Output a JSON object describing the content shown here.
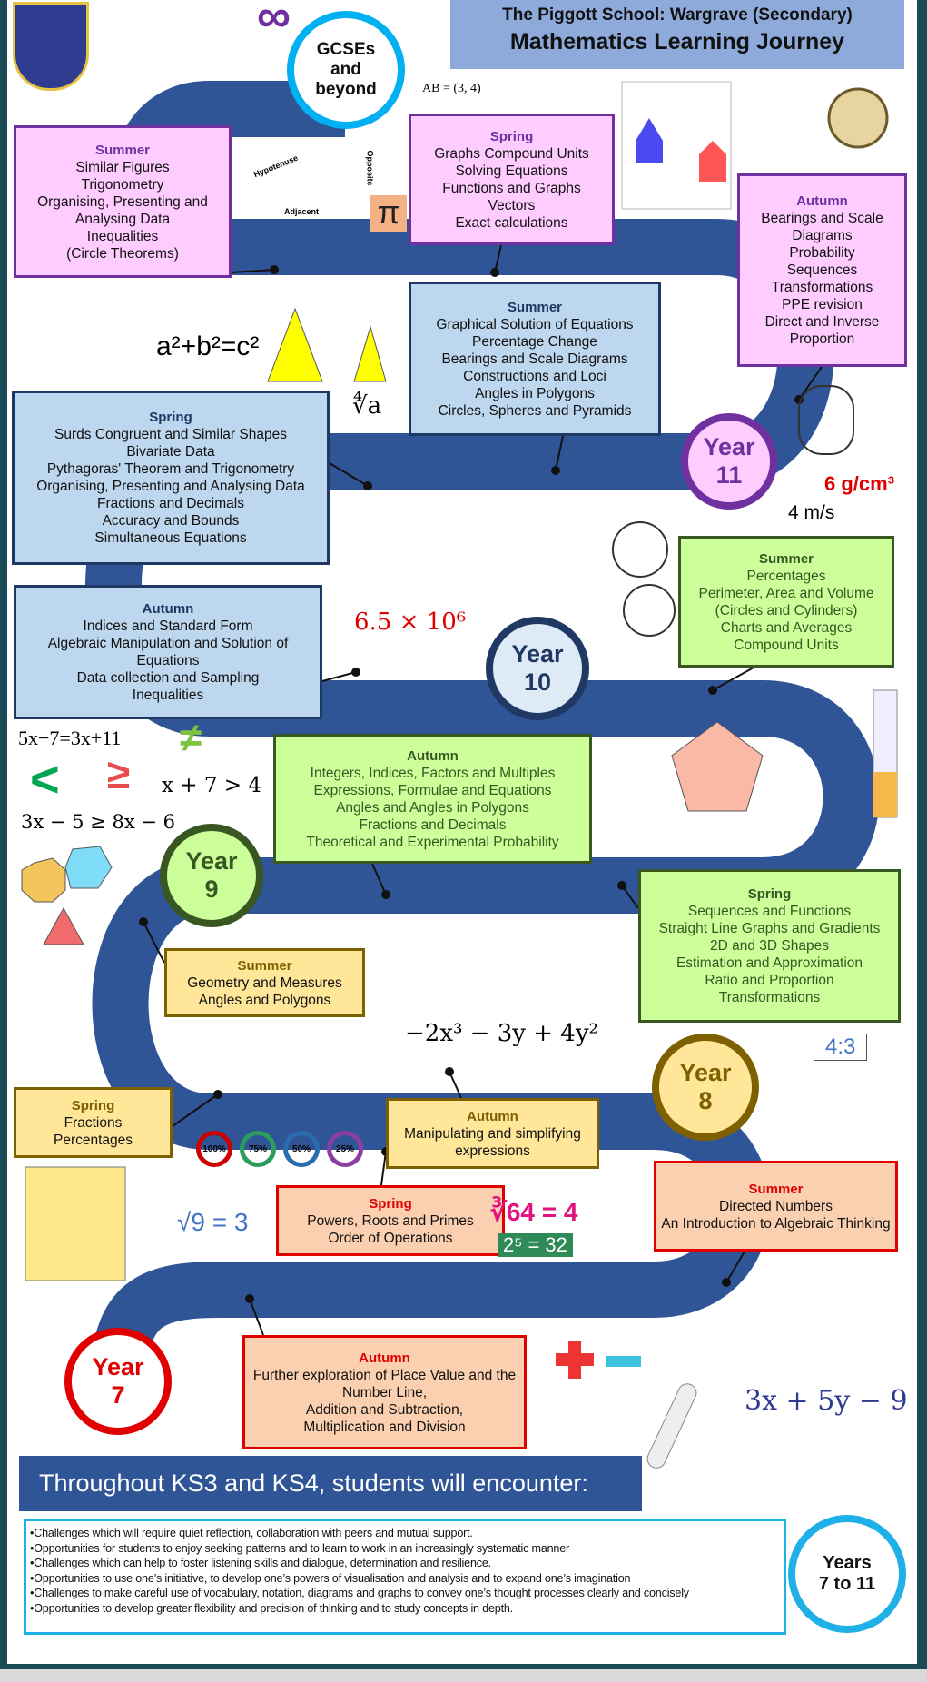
{
  "header": {
    "school": "The Piggott School: Wargrave (Secondary)",
    "title": "Mathematics Learning Journey"
  },
  "gcse": {
    "line1": "GCSEs",
    "line2": "and",
    "line3": "beyond"
  },
  "years": {
    "y11": {
      "line1": "Year",
      "line2": "11"
    },
    "y10": {
      "line1": "Year",
      "line2": "10"
    },
    "y9": {
      "line1": "Year",
      "line2": "9"
    },
    "y8": {
      "line1": "Year",
      "line2": "8"
    },
    "y7": {
      "line1": "Year",
      "line2": "7"
    }
  },
  "boxes": {
    "y11_summer": {
      "term": "Summer",
      "items": [
        "Similar Figures",
        "Trigonometry",
        "Organising, Presenting and Analysing Data",
        "Inequalities",
        "(Circle Theorems)"
      ]
    },
    "y11_spring": {
      "term": "Spring",
      "items": [
        "Graphs    Compound Units",
        "Solving Equations",
        "Functions and Graphs",
        "Vectors",
        "Exact calculations"
      ]
    },
    "y11_autumn": {
      "term": "Autumn",
      "items": [
        "Bearings and Scale Diagrams",
        "Probability",
        "Sequences",
        "Transformations",
        "PPE revision",
        "Direct and Inverse Proportion"
      ]
    },
    "y10_summer": {
      "term": "Summer",
      "items": [
        "Graphical Solution of Equations",
        "Percentage Change",
        "Bearings and Scale Diagrams",
        "Constructions and Loci",
        "Angles in Polygons",
        "Circles, Spheres and Pyramids"
      ]
    },
    "y10_spring": {
      "term": "Spring",
      "items": [
        "Surds    Congruent and Similar Shapes",
        "Bivariate Data",
        "Pythagoras' Theorem and Trigonometry",
        "Organising, Presenting and Analysing Data",
        "Fractions and Decimals",
        "Accuracy and Bounds",
        "Simultaneous Equations"
      ]
    },
    "y10_autumn": {
      "term": "Autumn",
      "items": [
        "Indices and Standard Form",
        "Algebraic Manipulation and Solution of Equations",
        "Data collection and Sampling",
        "Inequalities"
      ]
    },
    "y9_summer": {
      "term": "Summer",
      "items": [
        "Percentages",
        "Perimeter, Area and Volume",
        "(Circles and Cylinders)",
        "Charts and Averages",
        "Compound Units"
      ]
    },
    "y9_autumn": {
      "term": "Autumn",
      "items": [
        "Integers, Indices, Factors and Multiples",
        "Expressions, Formulae and Equations",
        "Angles and Angles in Polygons",
        "Fractions and Decimals",
        "Theoretical and Experimental Probability"
      ]
    },
    "y9_spring": {
      "term": "Spring",
      "items": [
        "Sequences and Functions",
        "Straight Line Graphs and Gradients",
        "2D and 3D Shapes",
        "Estimation and Approximation",
        "Ratio and Proportion",
        "Transformations"
      ]
    },
    "y8_summer": {
      "term": "Summer",
      "items": [
        "Geometry and Measures",
        "Angles and Polygons"
      ]
    },
    "y8_spring": {
      "term": "Spring",
      "items": [
        "Fractions",
        "Percentages"
      ]
    },
    "y8_autumn": {
      "term": "Autumn",
      "items": [
        "Manipulating and simplifying expressions"
      ]
    },
    "y7_summer": {
      "term": "Summer",
      "items": [
        "Directed Numbers",
        "An Introduction to Algebraic Thinking"
      ]
    },
    "y7_spring": {
      "term": "Spring",
      "items": [
        "Powers, Roots and Primes",
        "Order of Operations"
      ]
    },
    "y7_autumn": {
      "term": "Autumn",
      "items": [
        "Further exploration of Place Value and the Number Line,",
        "Addition and Subtraction,",
        "Multiplication and Division"
      ]
    }
  },
  "deco": {
    "infinity": "∞",
    "vector": "AB = (3, 4)",
    "pi": "π",
    "pythag": "a²+b²=c²",
    "root": "∜a",
    "density": "6 g/cm³",
    "speed": "4 m/s",
    "stdform": "6.5 × 10⁶",
    "eq1": "5x−7=3x+11",
    "neq": "≠",
    "lt": "<",
    "ge": "≥",
    "ineq1": "x + 7 > 4",
    "ineq2": "3x − 5 ≥ 8x − 6",
    "poly": "−2x³ − 3y + 4y²",
    "ratio": "4:3",
    "sqrt9": "√9 = 3",
    "cbrt": "∛64 = 4",
    "pow": "2⁵ = 32",
    "expr": "3x + 5y − 9",
    "pct": [
      "100%",
      "75%",
      "50%",
      "25%"
    ],
    "hyp": "Hypotenuse",
    "adj": "Adjacent",
    "opp": "Opposite"
  },
  "ks": {
    "banner": "Throughout KS3 and KS4, students will encounter:",
    "bullets": [
      "•Challenges which will require quiet reflection, collaboration with peers and mutual support.",
      "•Opportunities for students to enjoy seeking patterns and to learn to work in an increasingly systematic manner",
      "•Challenges which can help to foster listening skills and dialogue, determination and resilience.",
      "•Opportunities to use one’s initiative, to develop one’s powers of visualisation and analysis and to expand one’s imagination",
      "•Challenges to make careful use of vocabulary, notation, diagrams and graphs to convey one’s thought processes clearly and concisely",
      "•Opportunities to develop greater flexibility and precision of thinking and to study concepts in depth."
    ],
    "years_line1": "Years",
    "years_line2": "7 to 11"
  },
  "colors": {
    "road": "#2f5597",
    "y11": "#7030a0",
    "y10": "#1f3864",
    "y9": "#385723",
    "y8": "#7f6000",
    "y7": "#e00000",
    "gcse": "#00b0f0"
  }
}
